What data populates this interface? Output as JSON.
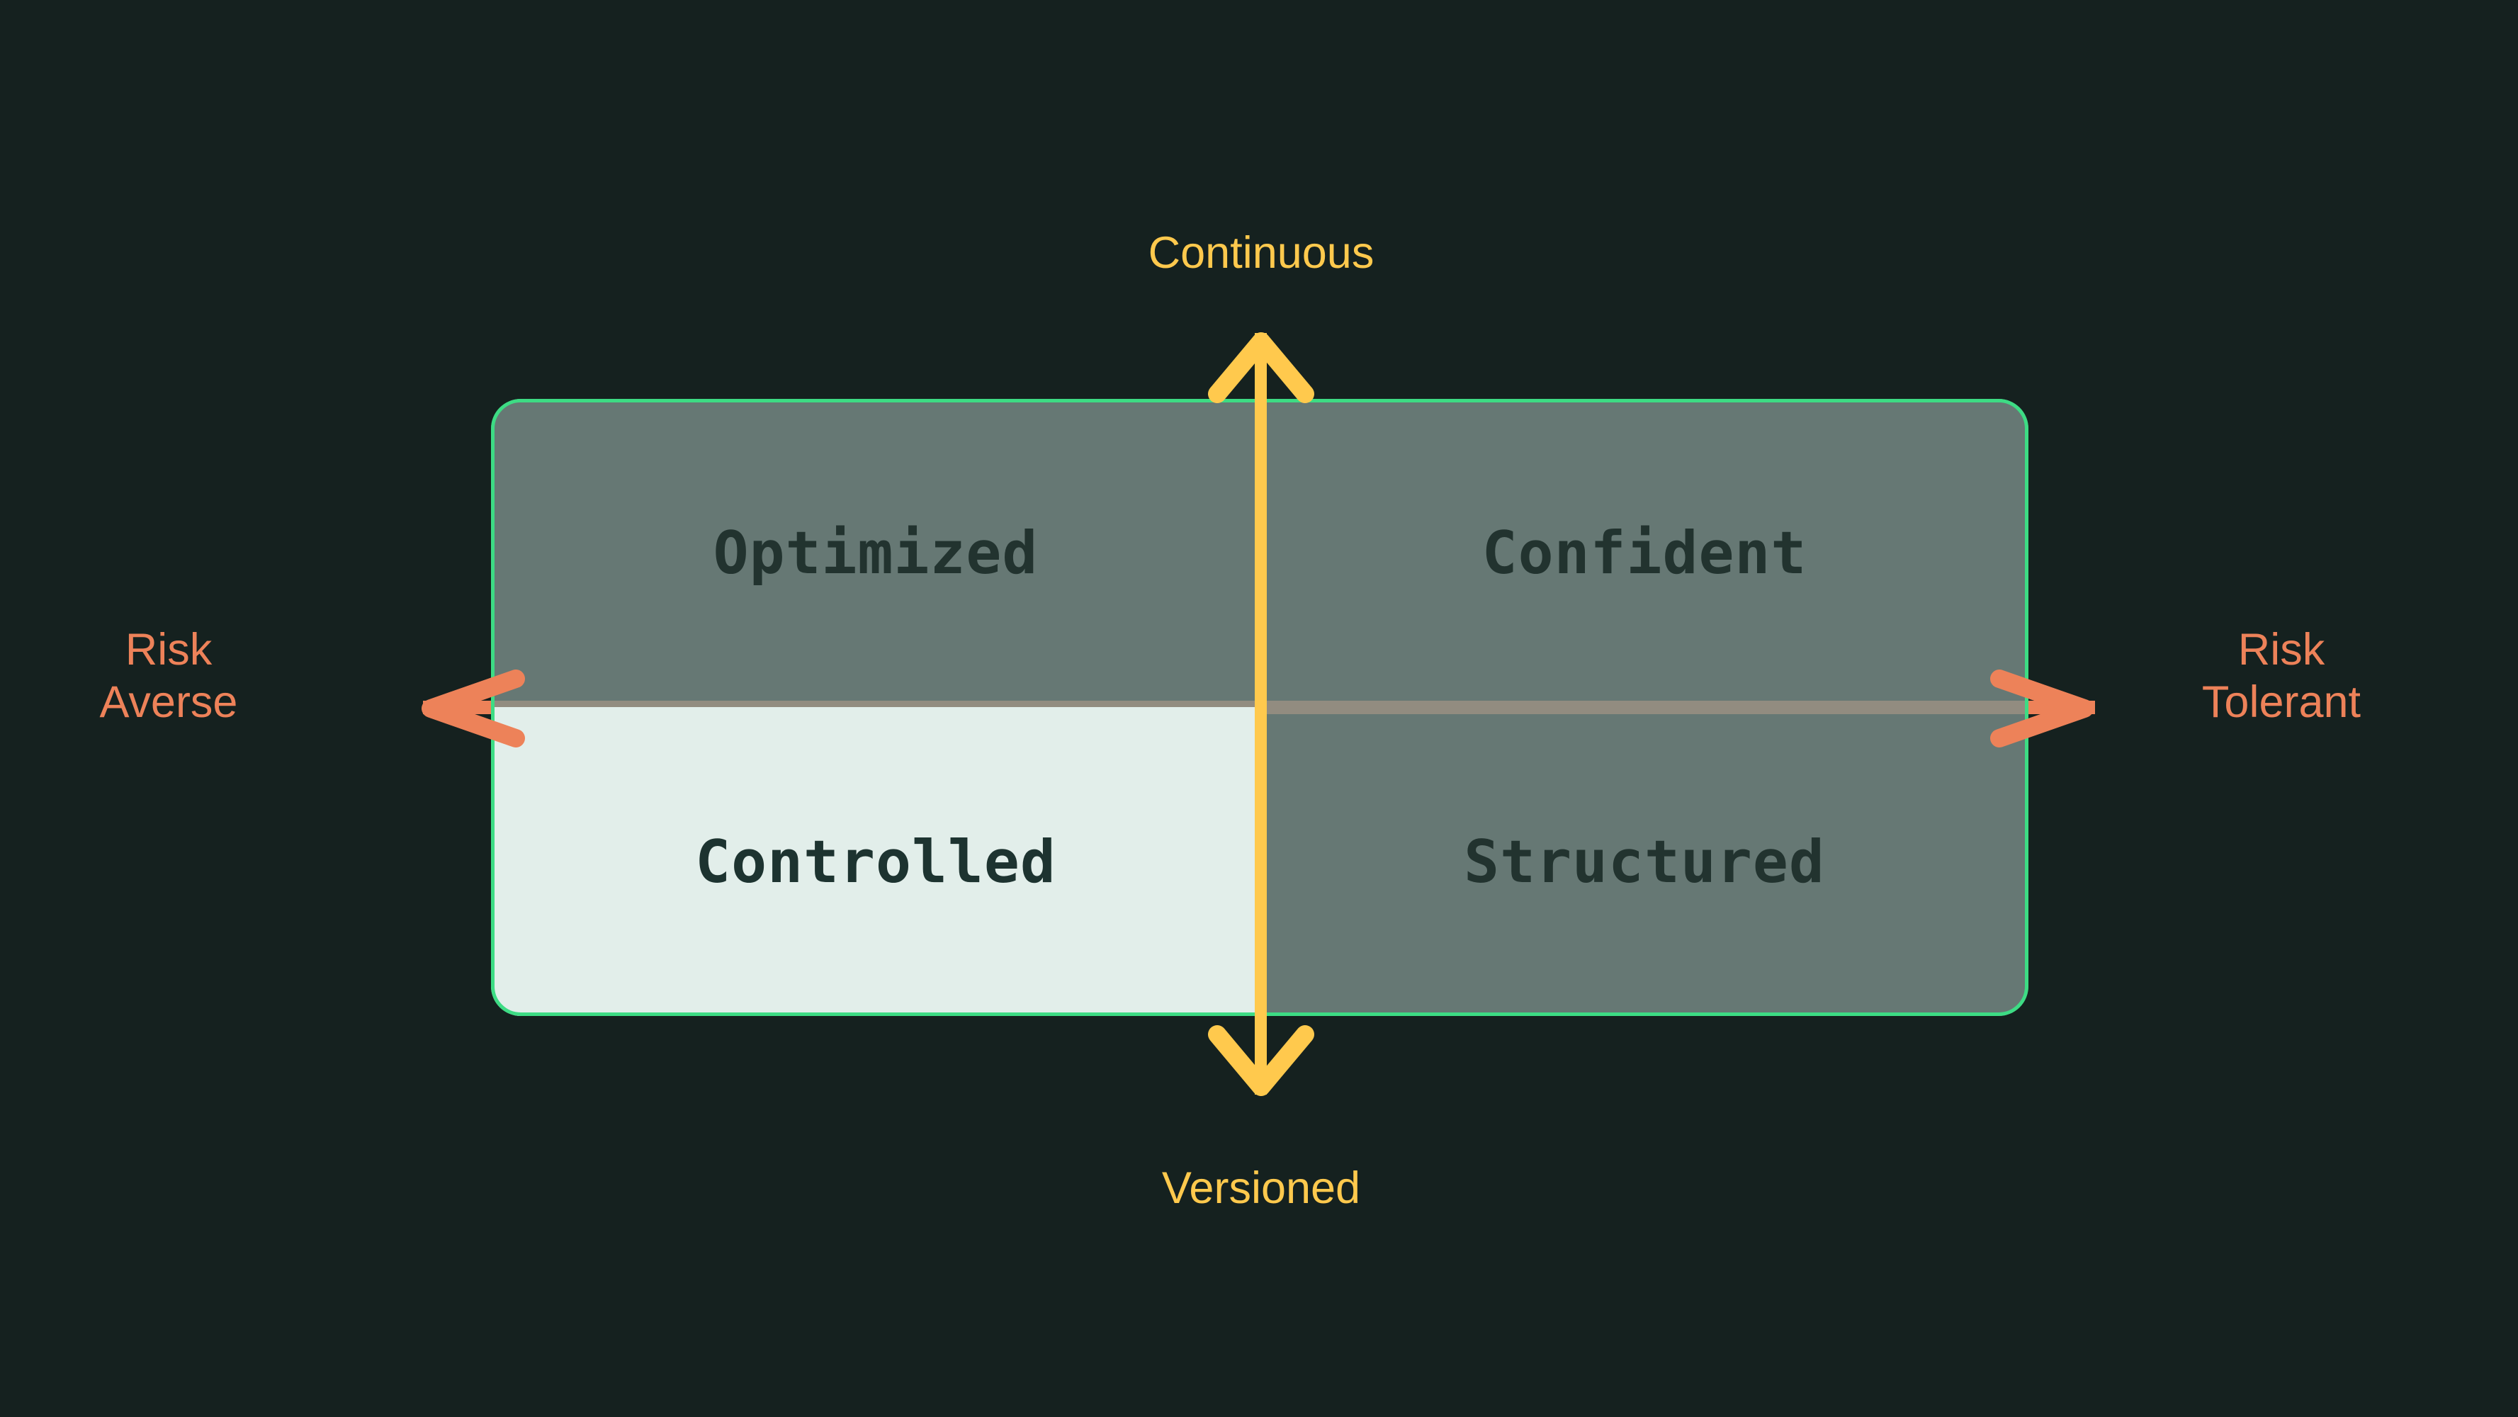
{
  "theme": {
    "background": "#15211f",
    "border_green": "#3ddc84",
    "quadrant_fill": "#4e5d59",
    "highlight_fill": "#e2eeea",
    "x_axis_color": "#ed8259",
    "y_axis_color": "#ffc94d",
    "label_text": "#22332f"
  },
  "axes": {
    "vertical": {
      "top_label": "Continuous",
      "bottom_label": "Versioned"
    },
    "horizontal": {
      "left_label_line1": "Risk",
      "left_label_line2": "Averse",
      "right_label_line1": "Risk",
      "right_label_line2": "Tolerant"
    }
  },
  "quadrants": [
    {
      "id": "top-left",
      "label": "Optimized",
      "highlighted": false
    },
    {
      "id": "top-right",
      "label": "Confident",
      "highlighted": false
    },
    {
      "id": "bottom-left",
      "label": "Controlled",
      "highlighted": true
    },
    {
      "id": "bottom-right",
      "label": "Structured",
      "highlighted": false
    }
  ],
  "icons": {
    "arrow_up": "arrow-up-icon",
    "arrow_down": "arrow-down-icon",
    "arrow_left": "arrow-left-icon",
    "arrow_right": "arrow-right-icon"
  }
}
